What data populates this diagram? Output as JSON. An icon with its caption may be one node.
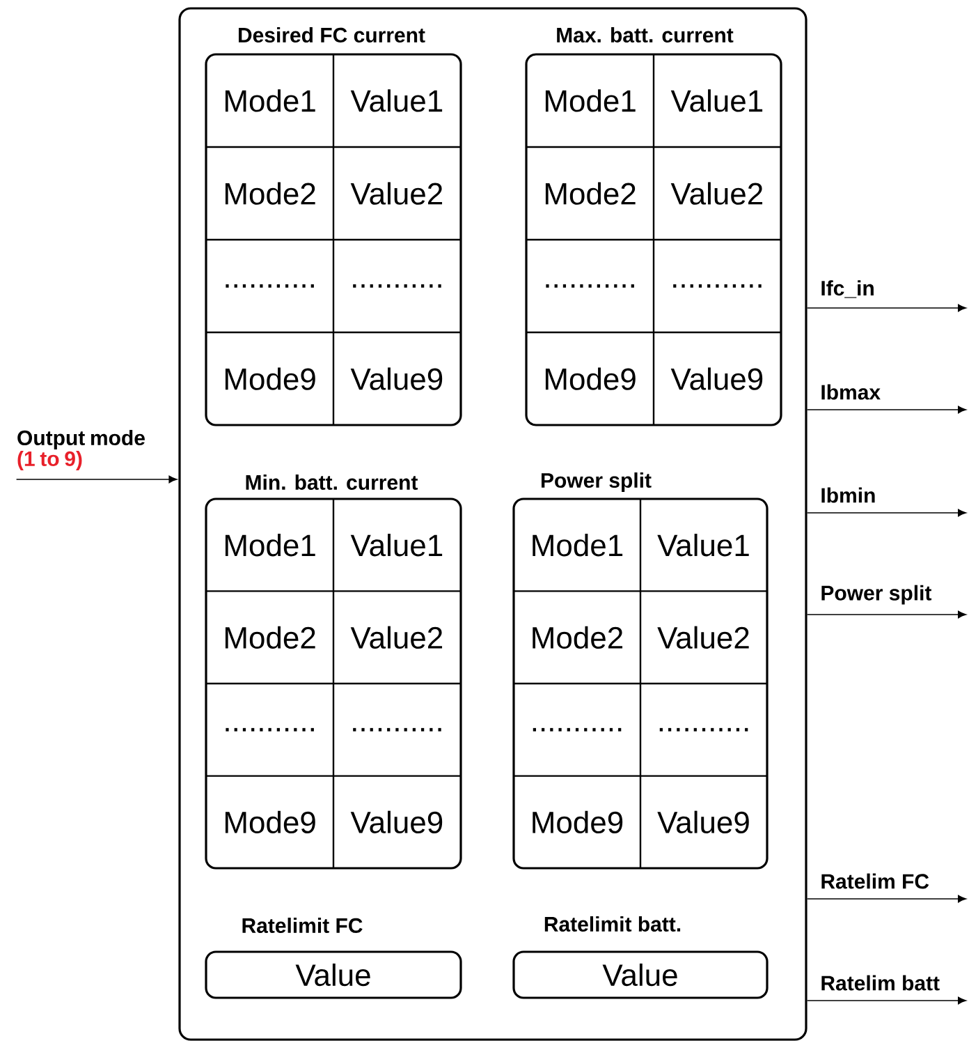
{
  "diagram": {
    "nodes": [
      {
        "text": [],
        "shape": "box"
      },
      {
        "text": [
          "Desired FC current"
        ],
        "in": 0
      },
      {
        "text": [
          "Mode1"
        ],
        "in": 1
      },
      {
        "text": [
          "Value1"
        ],
        "in": 1
      },
      {
        "text": [
          "Mode2"
        ],
        "in": 1
      },
      {
        "text": [
          "Value2"
        ],
        "in": 1
      },
      {
        "text": [
          "..........."
        ],
        "in": 1
      },
      {
        "text": [
          "..........."
        ],
        "in": 1
      },
      {
        "text": [
          "Mode9"
        ],
        "in": 1
      },
      {
        "text": [
          "Value9"
        ],
        "in": 1
      },
      {
        "text": [
          "Max. batt. current"
        ],
        "in": 0
      },
      {
        "text": [
          "Mode1"
        ],
        "in": 10
      },
      {
        "text": [
          "Value1"
        ],
        "in": 10
      },
      {
        "text": [
          "Mode2"
        ],
        "in": 10
      },
      {
        "text": [
          "Value2"
        ],
        "in": 10
      },
      {
        "text": [
          "..........."
        ],
        "in": 10
      },
      {
        "text": [
          "..........."
        ],
        "in": 10
      },
      {
        "text": [
          "Mode9"
        ],
        "in": 10
      },
      {
        "text": [
          "Value9"
        ],
        "in": 10
      },
      {
        "text": [
          "Min. batt. current"
        ],
        "in": 0
      },
      {
        "text": [
          "Mode1"
        ],
        "in": 19
      },
      {
        "text": [
          "Value1"
        ],
        "in": 19
      },
      {
        "text": [
          "Mode2"
        ],
        "in": 19
      },
      {
        "text": [
          "Value2"
        ],
        "in": 19
      },
      {
        "text": [
          "..........."
        ],
        "in": 19
      },
      {
        "text": [
          "..........."
        ],
        "in": 19
      },
      {
        "text": [
          "Mode9"
        ],
        "in": 19
      },
      {
        "text": [
          "Value9"
        ],
        "in": 19
      },
      {
        "text": [
          "Power split"
        ],
        "in": 0
      },
      {
        "text": [
          "Mode1"
        ],
        "in": 28
      },
      {
        "text": [
          "Value1"
        ],
        "in": 28
      },
      {
        "text": [
          "Mode2"
        ],
        "in": 28
      },
      {
        "text": [
          "Value2"
        ],
        "in": 28
      },
      {
        "text": [
          "..........."
        ],
        "in": 28
      },
      {
        "text": [
          "..........."
        ],
        "in": 28
      },
      {
        "text": [
          "Mode9"
        ],
        "in": 28
      },
      {
        "text": [
          "Value9"
        ],
        "in": 28
      },
      {
        "text": [
          "Ratelimit FC",
          "Value"
        ],
        "in": 0
      },
      {
        "text": [
          "Ratelimit batt.",
          "Value"
        ],
        "in": 0
      },
      {
        "text": [
          "Output mode",
          "(1 to 9)"
        ]
      }
    ],
    "edges": [
      {
        "from": 39,
        "to": 0,
        "arrow": "to"
      },
      {
        "from": 0,
        "to": null,
        "arrow": "to",
        "label": "Ifc_in"
      },
      {
        "from": 0,
        "to": null,
        "arrow": "to",
        "label": "Ibmax"
      },
      {
        "from": 0,
        "to": null,
        "arrow": "to",
        "label": "Ibmin"
      },
      {
        "from": 0,
        "to": null,
        "arrow": "to",
        "label": "Power split"
      },
      {
        "from": 0,
        "to": null,
        "arrow": "to",
        "label": "Ratelim FC"
      },
      {
        "from": 0,
        "to": null,
        "arrow": "to",
        "label": "Ratelim batt"
      }
    ]
  }
}
